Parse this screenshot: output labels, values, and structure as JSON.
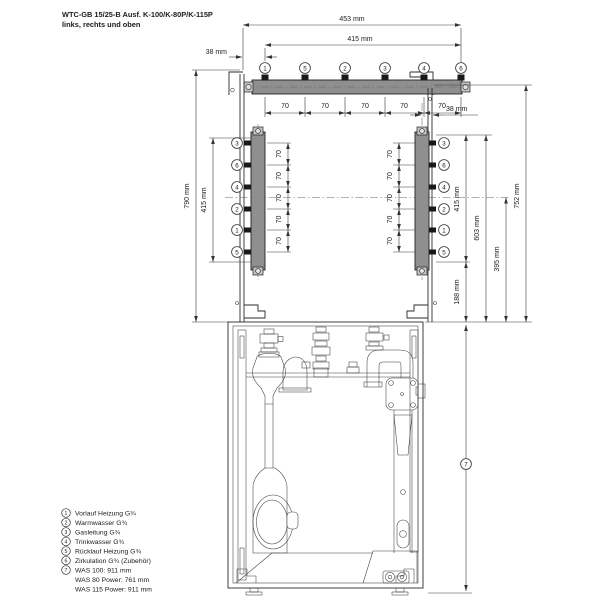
{
  "title": {
    "line1": "WTC-GB 15/25-B Ausf. K-100/K-80P/K-115P",
    "line2": "links, rechts und oben"
  },
  "dims": {
    "w453": "453 mm",
    "w415": "415 mm",
    "off38_top": "38 mm",
    "off38_side": "38 mm",
    "h790": "790 mm",
    "h415_left": "415 mm",
    "h415_right": "415 mm",
    "h603": "603 mm",
    "h395": "395 mm",
    "h752": "752 mm",
    "h188": "188 mm",
    "gap70": "70"
  },
  "connections": {
    "top_order": [
      "1",
      "5",
      "2",
      "3",
      "4",
      "6"
    ],
    "left_order": [
      "3",
      "6",
      "4",
      "2",
      "1",
      "5"
    ],
    "right_order": [
      "3",
      "6",
      "4",
      "2",
      "1",
      "5"
    ],
    "height_ref": "7"
  },
  "legend": {
    "items": [
      {
        "num": "1",
        "label": "Vorlauf Heizung G¾"
      },
      {
        "num": "2",
        "label": "Warmwasser G¾"
      },
      {
        "num": "3",
        "label": "Gasleitung G¾"
      },
      {
        "num": "4",
        "label": "Trinkwasser G¾"
      },
      {
        "num": "5",
        "label": "Rücklauf Heizung G¾"
      },
      {
        "num": "6",
        "label": "Zirkulation G¾ (Zubehör)"
      },
      {
        "num": "7",
        "label": "WAS 100: 911 mm"
      },
      {
        "num": "",
        "label": "WAS 80 Power: 761 mm"
      },
      {
        "num": "",
        "label": "WAS 115 Power: 911 mm"
      }
    ]
  }
}
